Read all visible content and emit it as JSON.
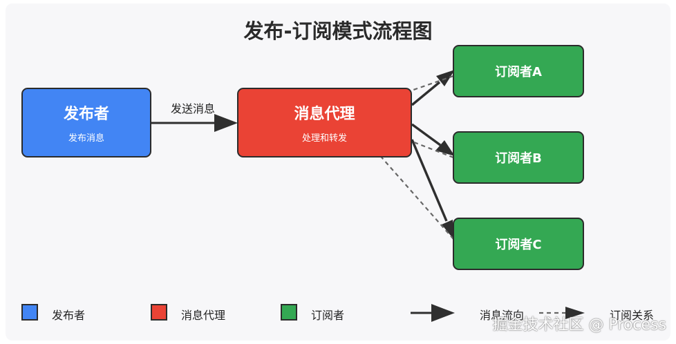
{
  "title": "发布-订阅模式流程图",
  "colors": {
    "publisher": "#4285f4",
    "broker": "#ea4335",
    "subscriber": "#34a853",
    "border": "#2b2b2b",
    "arrow": "#2f2f2f",
    "dashed": "#666666"
  },
  "nodes": {
    "publisher": {
      "label": "发布者",
      "sub": "发布消息"
    },
    "broker": {
      "label": "消息代理",
      "sub": "处理和转发"
    },
    "subscriber_a": {
      "label": "订阅者A"
    },
    "subscriber_b": {
      "label": "订阅者B"
    },
    "subscriber_c": {
      "label": "订阅者C"
    }
  },
  "edges": {
    "publish_label": "发送消息"
  },
  "legend": {
    "publisher": "发布者",
    "broker": "消息代理",
    "subscriber": "订阅者",
    "message_flow": "消息流向",
    "subscription": "订阅关系"
  },
  "watermark": "掘金技术社区 @ Process"
}
